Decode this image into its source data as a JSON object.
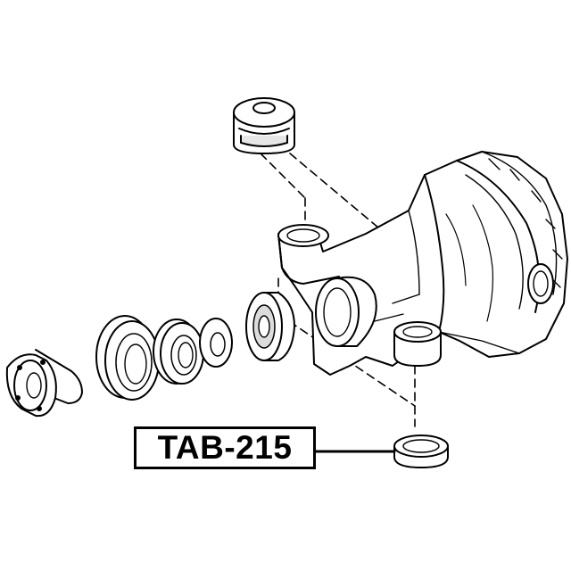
{
  "part_label": {
    "text": "TAB-215"
  },
  "colors": {
    "ink": "#000000",
    "shade": "#dcdcdc",
    "paper": "#ffffff"
  },
  "parts": [
    "upper-mount-bushing",
    "differential-housing",
    "companion-flange",
    "oil-seal",
    "bearing",
    "washer",
    "collar-spacer",
    "lower-mount-bushing"
  ]
}
